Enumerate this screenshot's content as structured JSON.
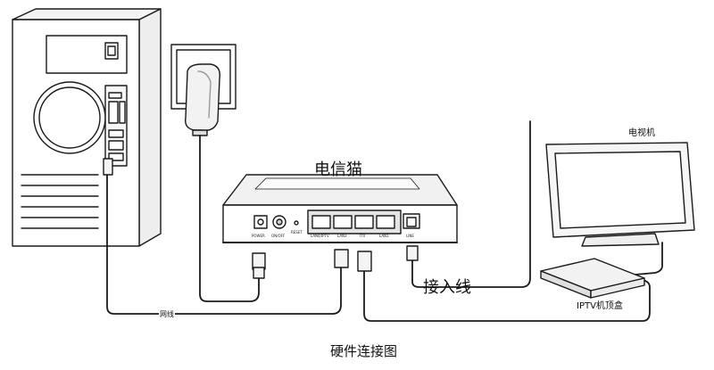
{
  "labels": {
    "modem": "电信猫",
    "incoming_line": "接入线",
    "tv": "电视机",
    "set_top_box": "IPTV机顶盒",
    "network_cable": "网线",
    "caption": "硬件连接图"
  },
  "modem_ports": [
    "POWER",
    "ON/OFF",
    "RESET",
    "LAN4/IPTV",
    "LAN3",
    "ITV",
    "LAN1",
    "LINE"
  ],
  "colors": {
    "line": "#1a1a1a",
    "fill": "#ffffff",
    "shade": "#e8e8e8"
  }
}
